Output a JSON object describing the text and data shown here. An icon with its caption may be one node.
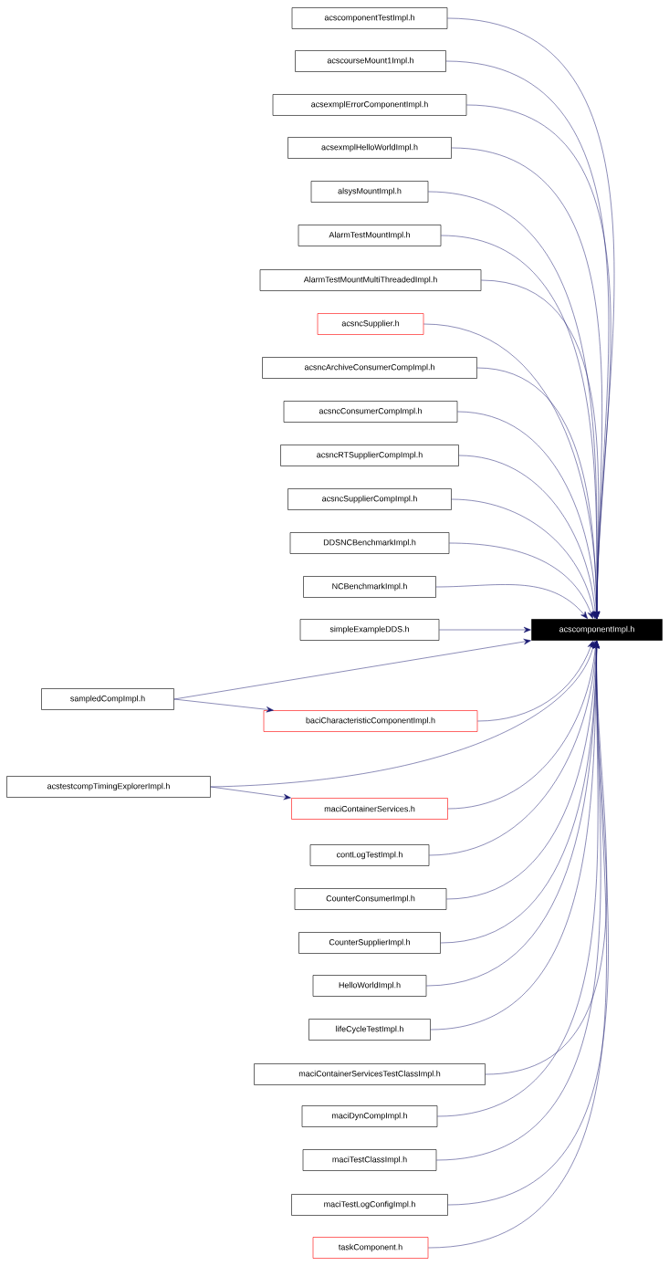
{
  "diagram": {
    "nodes": [
      {
        "text": [
          "acscomponentTestImpl.h"
        ]
      },
      {
        "text": [
          "acscourseMount1Impl.h"
        ]
      },
      {
        "text": [
          "acsexmplErrorComponentImpl.h"
        ]
      },
      {
        "text": [
          "acsexmplHelloWorldImpl.h"
        ]
      },
      {
        "text": [
          "alsysMountImpl.h"
        ]
      },
      {
        "text": [
          "AlarmTestMountImpl.h"
        ]
      },
      {
        "text": [
          "AlarmTestMountMultiThreadedImpl.h"
        ]
      },
      {
        "text": [
          "acsncSupplier.h"
        ]
      },
      {
        "text": [
          "acsncArchiveConsumerCompImpl.h"
        ]
      },
      {
        "text": [
          "acsncConsumerCompImpl.h"
        ]
      },
      {
        "text": [
          "acsncRTSupplierCompImpl.h"
        ]
      },
      {
        "text": [
          "acsncSupplierCompImpl.h"
        ]
      },
      {
        "text": [
          "DDSNCBenchmarkImpl.h"
        ]
      },
      {
        "text": [
          "NCBenchmarkImpl.h"
        ]
      },
      {
        "text": [
          "simpleExampleDDS.h"
        ]
      },
      {
        "text": [
          "acscomponentImpl.h"
        ]
      },
      {
        "text": [
          "sampledCompImpl.h"
        ]
      },
      {
        "text": [
          "baciCharacteristicComponentImpl.h"
        ]
      },
      {
        "text": [
          "acstestcompTimingExplorerImpl.h"
        ]
      },
      {
        "text": [
          "maciContainerServices.h"
        ]
      },
      {
        "text": [
          "contLogTestImpl.h"
        ]
      },
      {
        "text": [
          "CounterConsumerImpl.h"
        ]
      },
      {
        "text": [
          "CounterSupplierImpl.h"
        ]
      },
      {
        "text": [
          "HelloWorldImpl.h"
        ]
      },
      {
        "text": [
          "lifeCycleTestImpl.h"
        ]
      },
      {
        "text": [
          "maciContainerServicesTestClassImpl.h"
        ]
      },
      {
        "text": [
          "maciDynCompImpl.h"
        ]
      },
      {
        "text": [
          "maciTestClassImpl.h"
        ]
      },
      {
        "text": [
          "maciTestLogConfigImpl.h"
        ]
      },
      {
        "text": [
          "taskComponent.h"
        ]
      }
    ],
    "edges": [
      {
        "from": 0,
        "to": 15,
        "arrow": "to"
      },
      {
        "from": 1,
        "to": 15,
        "arrow": "to"
      },
      {
        "from": 2,
        "to": 15,
        "arrow": "to"
      },
      {
        "from": 3,
        "to": 15,
        "arrow": "to"
      },
      {
        "from": 4,
        "to": 15,
        "arrow": "to"
      },
      {
        "from": 5,
        "to": 15,
        "arrow": "to"
      },
      {
        "from": 6,
        "to": 15,
        "arrow": "to"
      },
      {
        "from": 7,
        "to": 15,
        "arrow": "to"
      },
      {
        "from": 8,
        "to": 15,
        "arrow": "to"
      },
      {
        "from": 9,
        "to": 15,
        "arrow": "to"
      },
      {
        "from": 10,
        "to": 15,
        "arrow": "to"
      },
      {
        "from": 11,
        "to": 15,
        "arrow": "to"
      },
      {
        "from": 12,
        "to": 15,
        "arrow": "to"
      },
      {
        "from": 13,
        "to": 15,
        "arrow": "to"
      },
      {
        "from": 14,
        "to": 15,
        "arrow": "to"
      },
      {
        "from": 16,
        "to": 15,
        "arrow": "to"
      },
      {
        "from": 16,
        "to": 17,
        "arrow": "to"
      },
      {
        "from": 17,
        "to": 15,
        "arrow": "to"
      },
      {
        "from": 18,
        "to": 15,
        "arrow": "to"
      },
      {
        "from": 18,
        "to": 19,
        "arrow": "to"
      },
      {
        "from": 19,
        "to": 15,
        "arrow": "to"
      },
      {
        "from": 20,
        "to": 15,
        "arrow": "to"
      },
      {
        "from": 21,
        "to": 15,
        "arrow": "to"
      },
      {
        "from": 22,
        "to": 15,
        "arrow": "to"
      },
      {
        "from": 23,
        "to": 15,
        "arrow": "to"
      },
      {
        "from": 24,
        "to": 15,
        "arrow": "to"
      },
      {
        "from": 25,
        "to": 15,
        "arrow": "to"
      },
      {
        "from": 26,
        "to": 15,
        "arrow": "to"
      },
      {
        "from": 27,
        "to": 15,
        "arrow": "to"
      },
      {
        "from": 28,
        "to": 15,
        "arrow": "to"
      },
      {
        "from": 29,
        "to": 15,
        "arrow": "to"
      }
    ]
  }
}
